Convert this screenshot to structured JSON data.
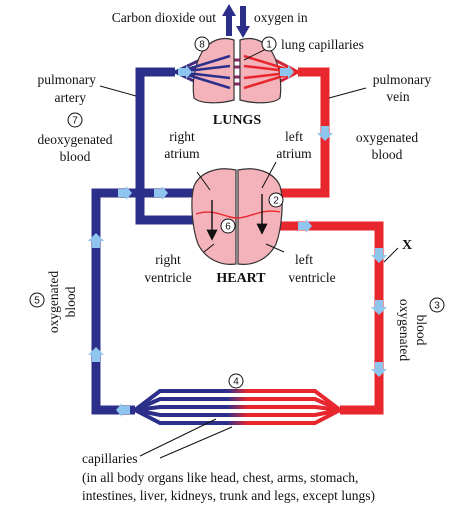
{
  "labels": {
    "carbon_dioxide_out": "Carbon dioxide out",
    "oxygen_in": "oxygen in",
    "lung_capillaries": "lung capillaries",
    "lungs": "LUNGS",
    "pulmonary_artery_1": "pulmonary",
    "pulmonary_artery_2": "artery",
    "pulmonary_vein_1": "pulmonary",
    "pulmonary_vein_2": "vein",
    "deoxygenated_1": "deoxygenated",
    "deoxygenated_2": "blood",
    "oxygenated_right_1": "oxygenated",
    "oxygenated_right_2": "blood",
    "right_atrium_1": "right",
    "right_atrium_2": "atrium",
    "left_atrium_1": "left",
    "left_atrium_2": "atrium",
    "right_ventricle_1": "right",
    "right_ventricle_2": "ventricle",
    "left_ventricle_1": "left",
    "left_ventricle_2": "ventricle",
    "heart": "HEART",
    "x_marker": "X",
    "oxygenated_left_1": "oxygenated",
    "oxygenated_left_2": "blood",
    "oxygenated_far_right_1": "oxygenated",
    "oxygenated_far_right_2": "blood",
    "capillaries": "capillaries",
    "organs_line_1": "(in all body organs like head, chest, arms, stomach,",
    "organs_line_2": "intestines, liver, kidneys, trunk and legs, except lungs)"
  },
  "step_numbers": [
    "1",
    "2",
    "3",
    "4",
    "5",
    "6",
    "7",
    "8"
  ],
  "colors": {
    "oxygenated": "#e8262e",
    "deoxygenated": "#2b2f8a",
    "flow_arrow": "#8ec5ee",
    "organ_fill": "#f4b3bb",
    "organ_stroke": "#333333"
  }
}
